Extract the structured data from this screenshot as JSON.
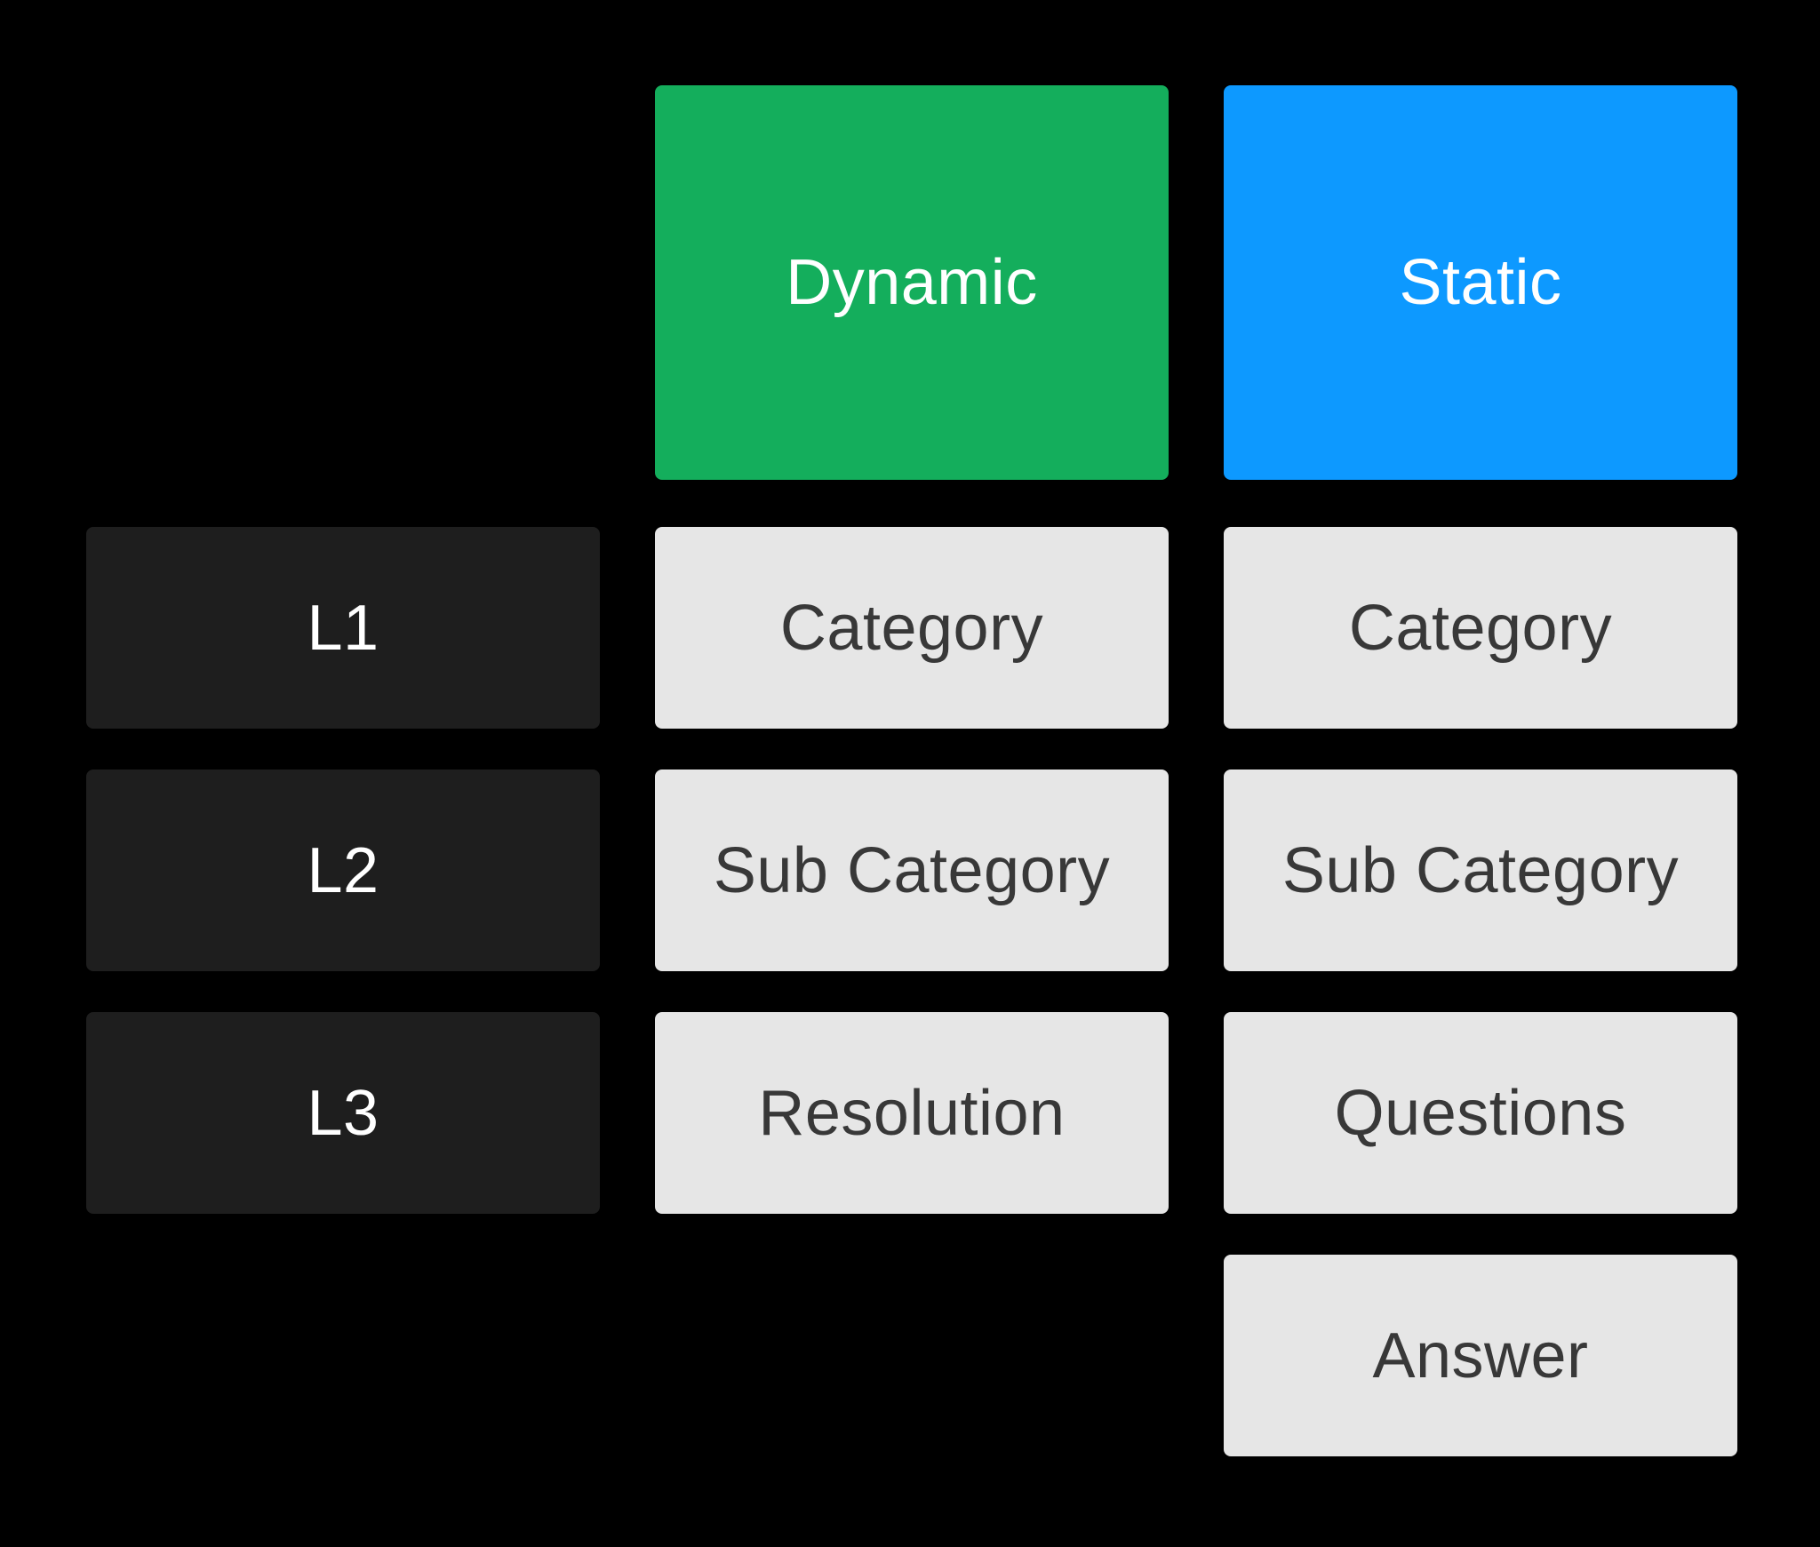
{
  "diagram": {
    "background": "#000000",
    "colors": {
      "dynamic_header": "#14AE5C",
      "static_header": "#0D99FF",
      "level_box": "#1E1E1E",
      "cell_box": "#E6E6E6",
      "header_text": "#FFFFFF",
      "level_text": "#FFFFFF",
      "cell_text": "#383838"
    },
    "levels": {
      "cells": [
        {
          "label": "L1"
        },
        {
          "label": "L2"
        },
        {
          "label": "L3"
        }
      ]
    },
    "dynamic": {
      "header": {
        "label": "Dynamic",
        "color": "#14AE5C"
      },
      "cells": [
        {
          "label": "Category"
        },
        {
          "label": "Sub Category"
        },
        {
          "label": "Resolution"
        }
      ]
    },
    "static": {
      "header": {
        "label": "Static",
        "color": "#0D99FF"
      },
      "cells": [
        {
          "label": "Category"
        },
        {
          "label": "Sub Category"
        },
        {
          "label": "Questions"
        },
        {
          "label": "Answer"
        }
      ]
    }
  }
}
